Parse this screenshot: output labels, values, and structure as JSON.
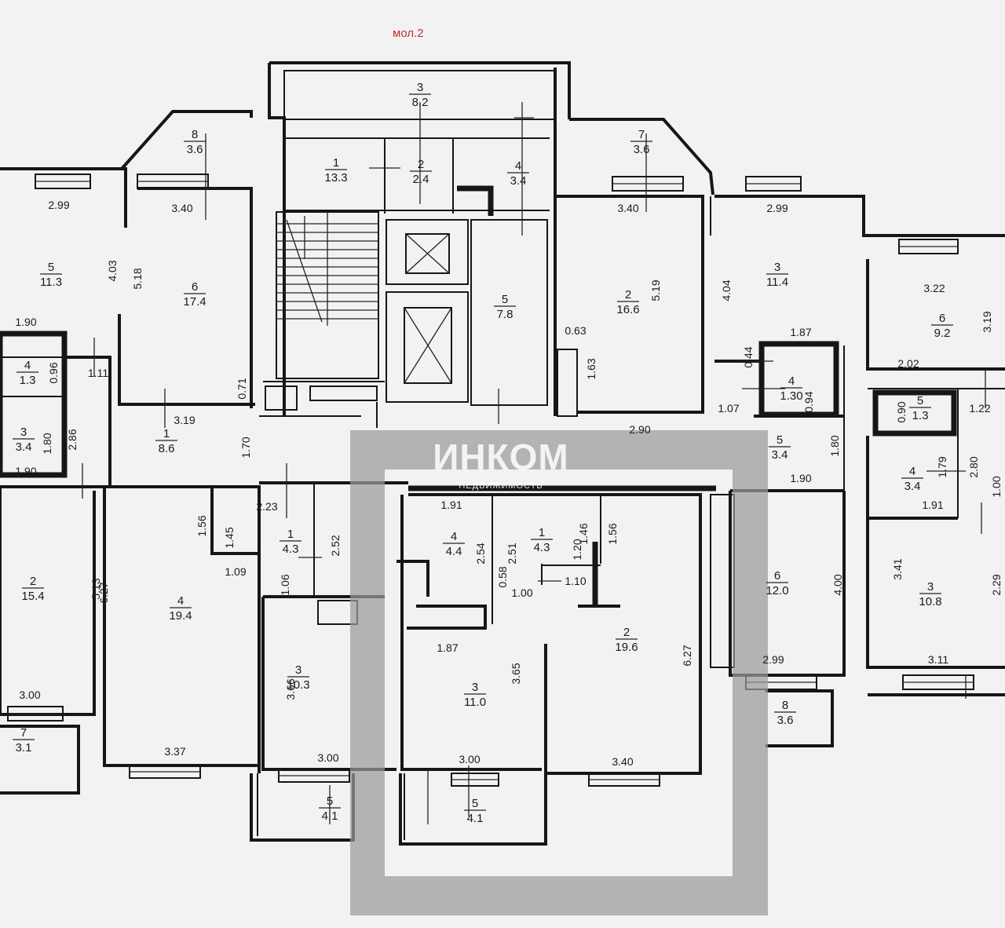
{
  "sheet_tag": "мол.2",
  "watermark": {
    "brand": "ИНКОМ",
    "subtitle": "НЕДВИЖИМОСТЬ"
  },
  "rooms": [
    {
      "id": "core-3",
      "num": "3",
      "area": "8.2"
    },
    {
      "id": "core-1",
      "num": "1",
      "area": "13.3"
    },
    {
      "id": "core-2",
      "num": "2",
      "area": "2.4"
    },
    {
      "id": "core-4",
      "num": "4",
      "area": "3.4"
    },
    {
      "id": "core-5",
      "num": "5",
      "area": "7.8"
    },
    {
      "id": "a-8",
      "num": "8",
      "area": "3.6"
    },
    {
      "id": "a-5",
      "num": "5",
      "area": "11.3"
    },
    {
      "id": "a-6",
      "num": "6",
      "area": "17.4"
    },
    {
      "id": "a-4",
      "num": "4",
      "area": "1.3"
    },
    {
      "id": "a-3",
      "num": "3",
      "area": "3.4"
    },
    {
      "id": "a-1",
      "num": "1",
      "area": "8.6"
    },
    {
      "id": "b-7",
      "num": "7",
      "area": "3.6"
    },
    {
      "id": "b-2",
      "num": "2",
      "area": "16.6"
    },
    {
      "id": "b-3",
      "num": "3",
      "area": "11.4"
    },
    {
      "id": "b-4",
      "num": "4",
      "area": "1.30"
    },
    {
      "id": "b-5",
      "num": "5",
      "area": "3.4"
    },
    {
      "id": "b-6",
      "num": "6",
      "area": "12.0"
    },
    {
      "id": "b-8",
      "num": "8",
      "area": "3.6"
    },
    {
      "id": "c-6",
      "num": "6",
      "area": "9.2"
    },
    {
      "id": "c-5",
      "num": "5",
      "area": "1.3"
    },
    {
      "id": "c-4",
      "num": "4",
      "area": "3.4"
    },
    {
      "id": "c-3",
      "num": "3",
      "area": "10.8"
    },
    {
      "id": "d-2",
      "num": "2",
      "area": "15.4"
    },
    {
      "id": "d-7",
      "num": "7",
      "area": "3.1"
    },
    {
      "id": "e-4",
      "num": "4",
      "area": "19.4"
    },
    {
      "id": "e-1",
      "num": "1",
      "area": "4.3"
    },
    {
      "id": "e-3",
      "num": "3",
      "area": "10.3"
    },
    {
      "id": "e-5",
      "num": "5",
      "area": "4.1"
    },
    {
      "id": "f-4",
      "num": "4",
      "area": "4.4"
    },
    {
      "id": "f-1",
      "num": "1",
      "area": "4.3"
    },
    {
      "id": "f-2",
      "num": "2",
      "area": "19.6"
    },
    {
      "id": "f-3",
      "num": "3",
      "area": "11.0"
    },
    {
      "id": "f-5",
      "num": "5",
      "area": "4.1"
    }
  ],
  "dimensions": [
    "2.99",
    "3.40",
    "4.03",
    "5.18",
    "1.90",
    "0.96",
    "1.11",
    "2.86",
    "1.80",
    "1.90",
    "0.71",
    "3.19",
    "1.70",
    "3.40",
    "2.99",
    "5.19",
    "4.04",
    "0.63",
    "1.63",
    "0.44",
    "1.87",
    "0.94",
    "1.07",
    "2.90",
    "1.80",
    "1.90",
    "4.00",
    "2.99",
    "3.22",
    "3.19",
    "2.02",
    "0.90",
    "1.22",
    "1.79",
    "2.80",
    "1.91",
    "1.00",
    "3.41",
    "2.29",
    "3.11",
    "5.13",
    "3.00",
    "1.56",
    "1.45",
    "2.23",
    "1.09",
    "1.06",
    "2.52",
    "6.27",
    "3.37",
    "3.66",
    "3.00",
    "1.91",
    "2.54",
    "2.51",
    "1.46",
    "1.56",
    "1.20",
    "1.10",
    "1.00",
    "0.58",
    "1.87",
    "3.65",
    "6.27",
    "3.00",
    "3.40"
  ]
}
